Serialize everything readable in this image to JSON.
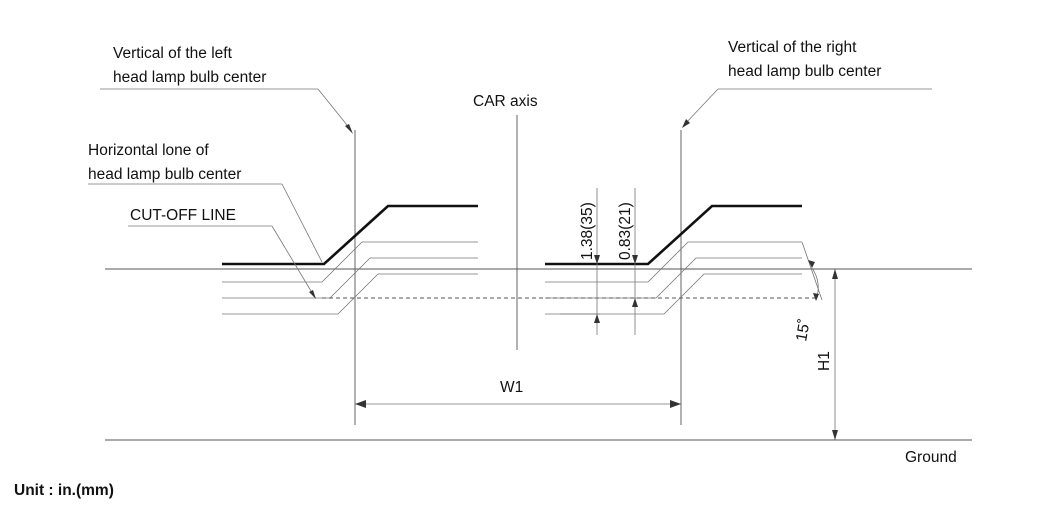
{
  "labels": {
    "left_vertical_line1": "Vertical of the left",
    "left_vertical_line2": "head lamp bulb center",
    "right_vertical_line1": "Vertical of the right",
    "right_vertical_line2": "head lamp bulb center",
    "car_axis": "CAR axis",
    "horizontal_line1": "Horizontal lone of",
    "horizontal_line2": "head lamp bulb center",
    "cut_off_line": "CUT-OFF LINE",
    "dim_138": "1.38(35)",
    "dim_083": "0.83(21)",
    "angle": "15˚",
    "w1": "W1",
    "h1": "H1",
    "ground": "Ground",
    "unit": "Unit : in.(mm)"
  }
}
